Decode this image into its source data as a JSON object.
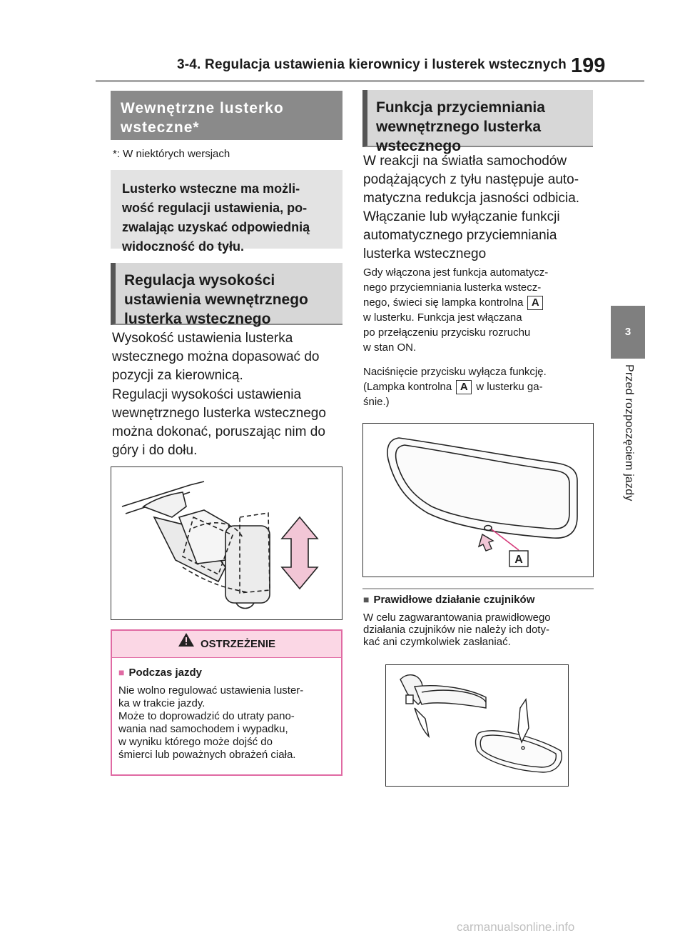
{
  "header": {
    "section_title": "3-4. Regulacja ustawienia kierownicy i lusterek wstecznych",
    "page_number": "199"
  },
  "side_tab": {
    "chapter": "3",
    "label": "Przed rozpoczęciem jazdy"
  },
  "left": {
    "heading": [
      "Wewnętrzne lusterko",
      "wsteczne*"
    ],
    "footnote": "*: W niektórych wersjach",
    "intro_box": [
      "Lusterko wsteczne ma możli-",
      "wość regulacji ustawienia, po-",
      "zwalając uzyskać odpowiednią",
      "widoczność do tyłu."
    ],
    "subheading": [
      "Regulacja wysokości",
      "ustawienia wewnętrznego",
      "lusterka wstecznego"
    ],
    "para1": [
      "Wysokość ustawienia lusterka",
      "wstecznego można dopasować do",
      "pozycji za kierownicą."
    ],
    "para2": [
      "Regulacji wysokości ustawienia",
      "wewnętrznego lusterka wstecznego",
      "można dokonać, poruszając nim do",
      "góry i do dołu."
    ],
    "warning": {
      "title": "OSTRZEŻENIE",
      "subtitle": "Podczas jazdy",
      "body": [
        "Nie wolno regulować ustawienia luster-",
        "ka w trakcie jazdy.",
        "Może to doprowadzić do utraty pano-",
        "wania nad samochodem i wypadku,",
        "w wyniku którego może dojść do",
        "śmierci lub poważnych obrażeń ciała."
      ]
    }
  },
  "right": {
    "heading": [
      "Funkcja przyciemniania",
      "wewnętrznego lusterka",
      "wstecznego"
    ],
    "para1": [
      "W reakcji na światła samochodów",
      "podążających z tyłu następuje auto-",
      "matyczna redukcja jasności odbicia."
    ],
    "para2": [
      "Włączanie lub wyłączanie funkcji",
      "automatycznego przyciemniania",
      "lusterka wstecznego"
    ],
    "small1": [
      "Gdy włączona jest funkcja automatycz-",
      "nego przyciemniania lusterka wstecz-",
      "nego, świeci się lampka kontrolna",
      "w lusterku. Funkcja jest włączana",
      "po przełączeniu przycisku rozruchu",
      "w stan ON."
    ],
    "small2_a": "Naciśnięcie przycisku wyłącza funkcję.",
    "small2_b": "(Lampka kontrolna",
    "small2_c": "w lusterku ga-",
    "small2_d": "śnie.)",
    "badge": "A",
    "figure_label": "A",
    "sensor_head": "Prawidłowe działanie czujników",
    "sensor_body": [
      "W celu zagwarantowania prawidłowego",
      "działania czujników nie należy ich doty-",
      "kać ani czymkolwiek zasłaniać."
    ]
  },
  "watermark": "carmanualsonline.info",
  "colors": {
    "warning_accent": "#e06aa3",
    "heading_dark": "#8a8a8a",
    "heading_light": "#d7d7d7"
  }
}
